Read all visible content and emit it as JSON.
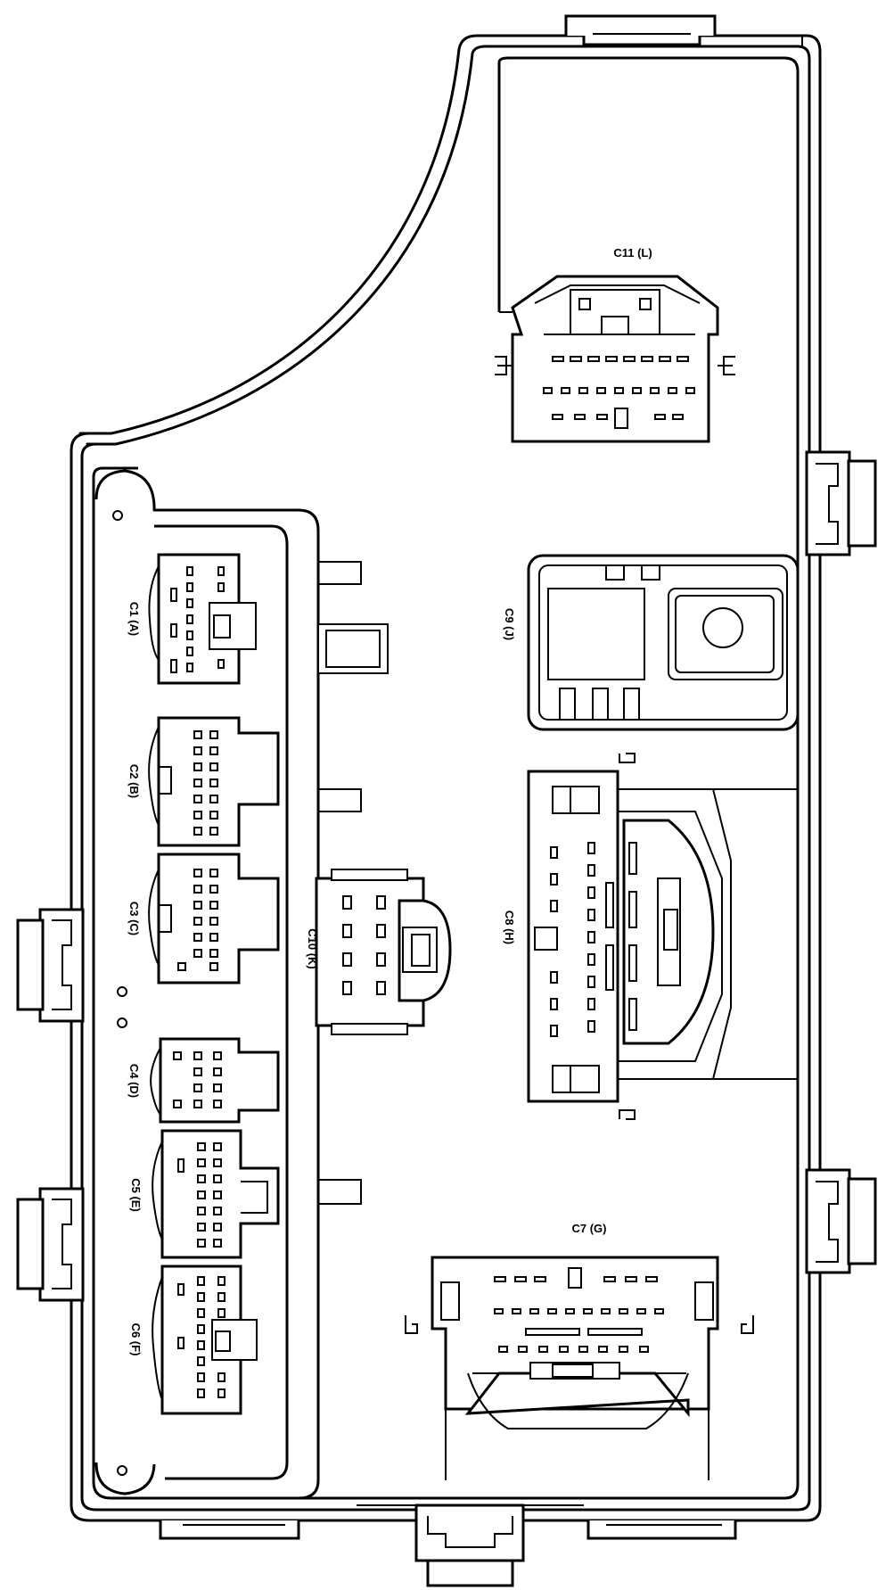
{
  "connectors": [
    {
      "id": "c1",
      "label": "C1 (A)"
    },
    {
      "id": "c2",
      "label": "C2 (B)"
    },
    {
      "id": "c3",
      "label": "C3 (C)"
    },
    {
      "id": "c4",
      "label": "C4 (D)"
    },
    {
      "id": "c5",
      "label": "C5 (E)"
    },
    {
      "id": "c6",
      "label": "C6 (F)"
    },
    {
      "id": "c7",
      "label": "C7 (G)"
    },
    {
      "id": "c8",
      "label": "C8 (H)"
    },
    {
      "id": "c9",
      "label": "C9 (J)"
    },
    {
      "id": "c10",
      "label": "C10 (K)"
    },
    {
      "id": "c11",
      "label": "C11 (L)"
    }
  ]
}
